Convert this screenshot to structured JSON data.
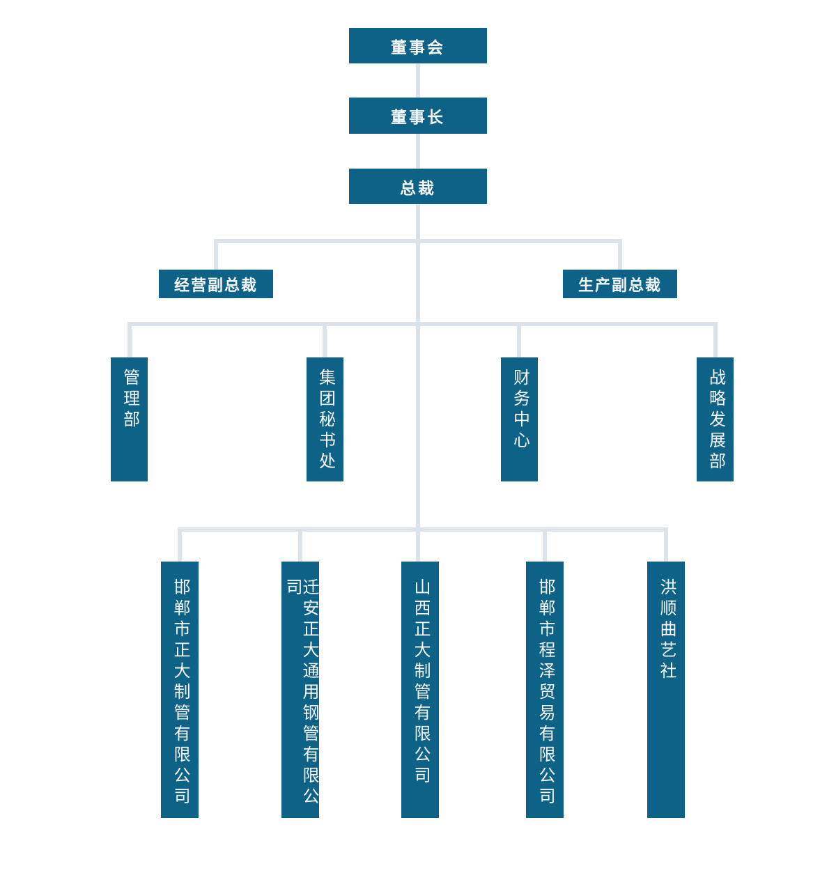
{
  "org_chart": {
    "colors": {
      "background": "#ffffff",
      "node_fill": "#0e6187",
      "node_text": "#f6f9fb",
      "connector": "#dce3e9"
    },
    "board": "董事会",
    "chairman": "董事长",
    "president": "总裁",
    "vice_presidents": [
      "经营副总裁",
      "生产副总裁"
    ],
    "departments": [
      "管理部",
      "集团秘书处",
      "财务中心",
      "战略发展部"
    ],
    "subsidiaries": [
      "邯郸市正大制管有限公司",
      "迁安正大通用钢管有限公司",
      "山西正大制管有限公司",
      "邯郸市程泽贸易有限公司",
      "洪顺曲艺社"
    ]
  }
}
